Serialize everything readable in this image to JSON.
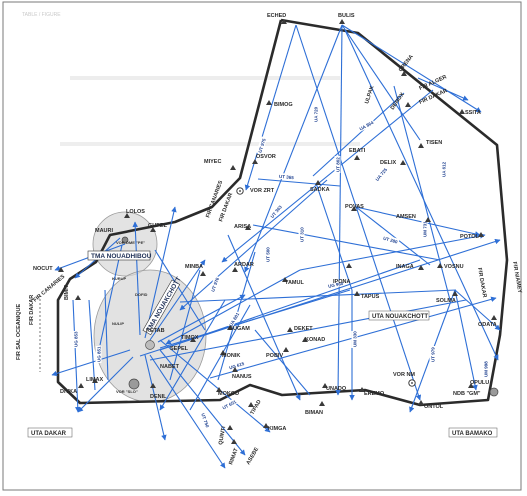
{
  "colors": {
    "route": "#2e6fd6",
    "border": "#2b2b2b",
    "frame": "#7a7a7a",
    "tma_fill": "#d6d6d6",
    "label_box": "#ffffff"
  },
  "header": {
    "faint_title": "TABLE / FIGURE",
    "faint_lines": [
      "",
      ""
    ]
  },
  "fir_labels": {
    "fir_canaries_top": "FIR CANARIES",
    "fir_dakar_top": "FIR DAKAR",
    "fir_canaries_left": "FIR CANARIES",
    "fir_dakar_left": "FIR DAKAR",
    "fir_sal_oceanique": "FIR SAL OCEANIQUE",
    "fir_alger": "FIR ALGER",
    "fir_dakar_ne": "FIR DAKAR",
    "fir_niamey": "FIR NIAMEY",
    "fir_dakar_e": "FIR DAKAR"
  },
  "uta_labels": {
    "dakar": "UTA DAKAR",
    "bamako": "UTA BAMAKO",
    "nouakchott": "UTA NOUAKCHOTT"
  },
  "tma_labels": {
    "nouadhibou": "TMA NOUADHIBOU",
    "nouakchott": "TMA NOUAKCHOTT"
  },
  "navaids": {
    "vor_zrt": "VOR ZRT",
    "vor_nm": "VOR NM",
    "ndb_gm": "NDB \"GM\"",
    "vor_ndb_pe": "VOR-DME \"PE\"",
    "vor_dme_slo": "VOR \"SLO\""
  },
  "waypoints": {
    "eched": "ECHED",
    "bulis": "BULIS",
    "bimog": "BIMOG",
    "osvor": "OSVOR",
    "miyec": "MIYEC",
    "sadka": "SADKA",
    "ebati": "EBATI",
    "tisen": "TISEN",
    "delix": "DELIX",
    "ssita": "SSITA",
    "grena": "GRENA",
    "denox": "DENOX",
    "ulpak": "ULPAK",
    "arisa": "ARISA",
    "povas": "POVAS",
    "amsen": "AMSEN",
    "potol": "POTOL",
    "lolos": "LOLOS",
    "gupel": "GUPEL",
    "mauri": "MAURI",
    "ardar": "ARDAR",
    "minba": "MINBA",
    "tamul": "TAMUL",
    "ipona": "IPONA",
    "inaga": "INAGA",
    "vosnu": "VOSNU",
    "tapus": "TAPUS",
    "solma": "SOLMA",
    "odata": "ODATA",
    "nocut": "NOCUT",
    "bimit": "BIMIT",
    "bugam": "BUGAM",
    "deket": "DEKET",
    "konad": "KONAD",
    "pobiv": "POBIV",
    "monik": "MONIK",
    "timox": "TIMOX",
    "nanus": "NANUS",
    "unado": "UNADO",
    "eremo": "EREMO",
    "opulu": "OPULU",
    "ontol": "ONTOL",
    "mokod": "MOKOD",
    "biman": "BIMAN",
    "kimga": "KIMGA",
    "divka": "DIVKA",
    "limax": "LIMAX",
    "ketab": "KETAB",
    "sepel": "SEPEL",
    "nabet": "NABET",
    "denil": "DENIL",
    "tipad": "TIPAD",
    "quinti": "QUINTI",
    "rimat": "RIMAT",
    "asebe": "ASEBE",
    "kurup": "KURUP",
    "nulip": "NULIP",
    "dofid": "DOFID"
  },
  "routes": {
    "ut365": "UT 365",
    "ua864": "UA 864",
    "ut975": "UT 975",
    "ua720": "UA 720",
    "ut862": "UT 862",
    "ut363": "UT 363",
    "ut560": "UT 560",
    "ut310": "UT 310",
    "ua612": "UA 612",
    "ug853": "UG 853",
    "um731": "UM 731",
    "ut280": "UT 280",
    "ua601": "UA 601",
    "ut976": "UT 976",
    "ug615": "UG 615",
    "ug851": "UG 851",
    "ut601": "UT 601",
    "ua725": "UA 725",
    "um998": "UM 998",
    "ut979": "UT 979",
    "um330": "UM 330",
    "ut750": "UT 750",
    "ug960": "UG 960"
  }
}
